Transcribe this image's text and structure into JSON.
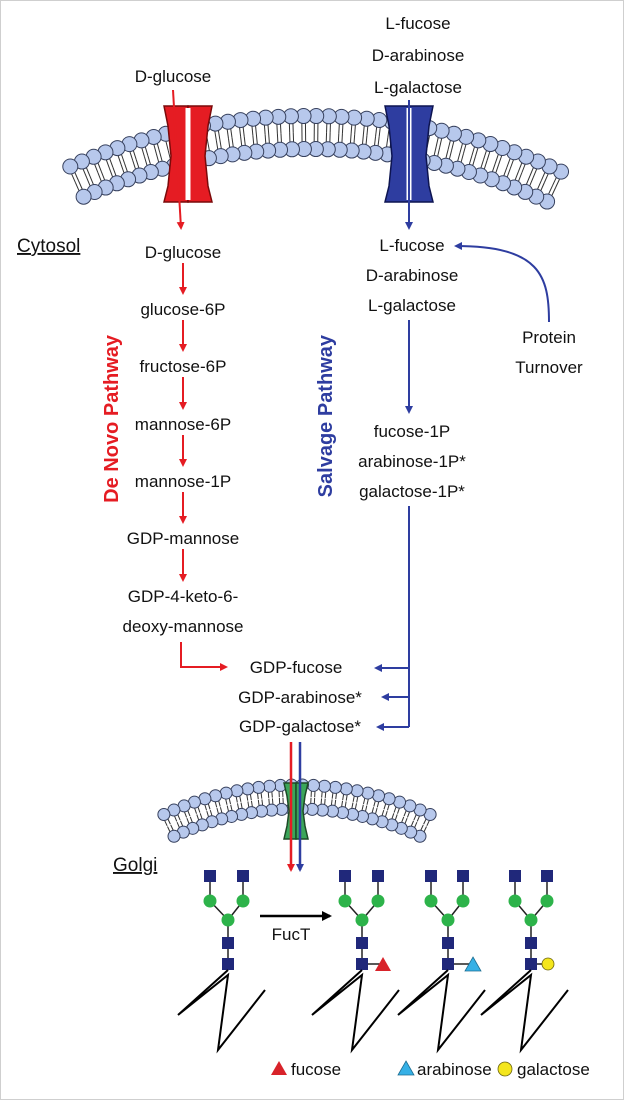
{
  "colors": {
    "de_novo": "#e51c23",
    "salvage": "#2e3da0",
    "membrane_head": "#b7c8ec",
    "golgi_transporter": "#3aa65a",
    "glcnac_mannose_square": "#20287a",
    "mannose_circle": "#2db34a",
    "fucose_triangle": "#d8232a",
    "arabinose_triangle": "#35b0e6",
    "galactose_circle": "#f4e61d"
  },
  "extracellular": {
    "de_novo_input": "D-glucose",
    "salvage_inputs": [
      "L-fucose",
      "D-arabinose",
      "L-galactose"
    ]
  },
  "compartments": {
    "cytosol": "Cytosol",
    "golgi": "Golgi"
  },
  "pathways": {
    "de_novo": "De Novo Pathway",
    "salvage": "Salvage Pathway"
  },
  "de_novo_steps": [
    "D-glucose",
    "glucose-6P",
    "fructose-6P",
    "mannose-6P",
    "mannose-1P",
    "GDP-mannose",
    "GDP-4-keto-6-",
    "deoxy-mannose"
  ],
  "salvage_steps": {
    "sugars": [
      "L-fucose",
      "D-arabinose",
      "L-galactose"
    ],
    "phosphates": [
      "fucose-1P",
      "arabinose-1P*",
      "galactose-1P*"
    ],
    "protein_turnover": [
      "Protein",
      "Turnover"
    ]
  },
  "gdp_sugars": [
    "GDP-fucose",
    "GDP-arabinose*",
    "GDP-galactose*"
  ],
  "enzyme": "FucT",
  "legend": [
    {
      "label": "fucose",
      "symbol": "triangle-icon",
      "color": "#d8232a"
    },
    {
      "label": "arabinose",
      "symbol": "triangle-icon",
      "color": "#35b0e6"
    },
    {
      "label": "galactose",
      "symbol": "circle-icon",
      "color": "#f4e61d"
    }
  ]
}
